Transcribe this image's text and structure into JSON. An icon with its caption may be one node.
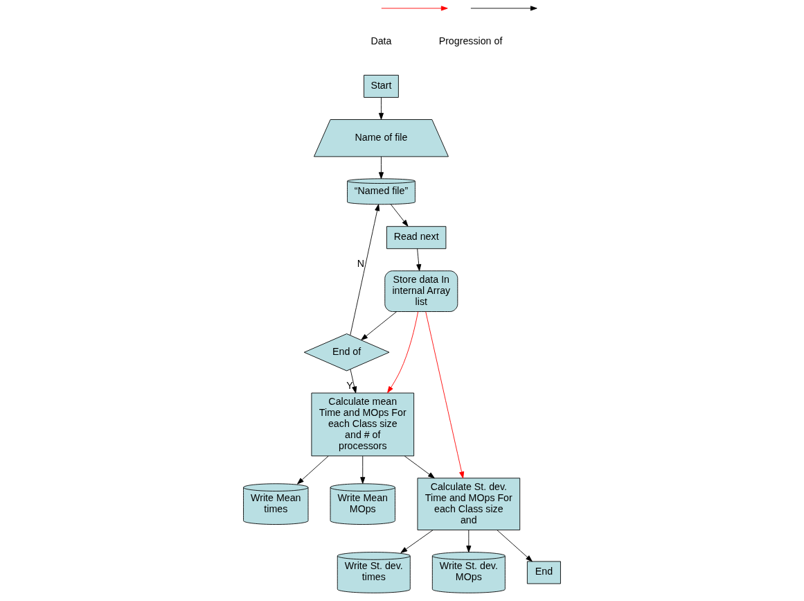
{
  "diagram": {
    "nodes": [
      {
        "text": [
          "Start"
        ]
      },
      {
        "text": [
          "Name of file"
        ]
      },
      {
        "text": [
          "“Named file”"
        ]
      },
      {
        "text": [
          "End of"
        ]
      },
      {
        "text": [
          "Read next"
        ]
      },
      {
        "text": [
          "Store data In internal Array list"
        ]
      },
      {
        "text": [
          "Calculate mean Time and MOps For each Class size and # of processors"
        ]
      },
      {
        "text": [
          "Calculate St. dev. Time and MOps For each Class size and"
        ]
      },
      {
        "text": [
          "Write Mean times"
        ]
      },
      {
        "text": [
          "Write Mean MOps"
        ]
      },
      {
        "text": [
          "Write St. dev. times"
        ]
      },
      {
        "text": [
          "Write St. dev. MOps"
        ]
      },
      {
        "text": [
          "End"
        ]
      }
    ],
    "edges": [
      {
        "from": 0,
        "to": 1,
        "arrow": "to"
      },
      {
        "from": 1,
        "to": 2,
        "arrow": "to"
      },
      {
        "from": 2,
        "to": 4,
        "arrow": "to"
      },
      {
        "from": 4,
        "to": 5,
        "arrow": "to"
      },
      {
        "from": 5,
        "to": 3,
        "arrow": "to"
      },
      {
        "from": 3,
        "to": 2,
        "arrow": "to",
        "label": "N"
      },
      {
        "from": 3,
        "to": 6,
        "arrow": "to",
        "label": "Y"
      },
      {
        "from": 5,
        "to": 6,
        "arrow": "to",
        "color": "#ff0000"
      },
      {
        "from": 5,
        "to": 7,
        "arrow": "to",
        "color": "#ff0000"
      },
      {
        "from": 6,
        "to": 7,
        "arrow": "to"
      },
      {
        "from": 6,
        "to": 8,
        "arrow": "to"
      },
      {
        "from": 6,
        "to": 9,
        "arrow": "to"
      },
      {
        "from": 7,
        "to": 10,
        "arrow": "to"
      },
      {
        "from": 7,
        "to": 11,
        "arrow": "to"
      },
      {
        "from": 7,
        "to": 12,
        "arrow": "to"
      }
    ],
    "legend": [
      {
        "text": "Data"
      },
      {
        "text": "Progression of"
      }
    ]
  }
}
